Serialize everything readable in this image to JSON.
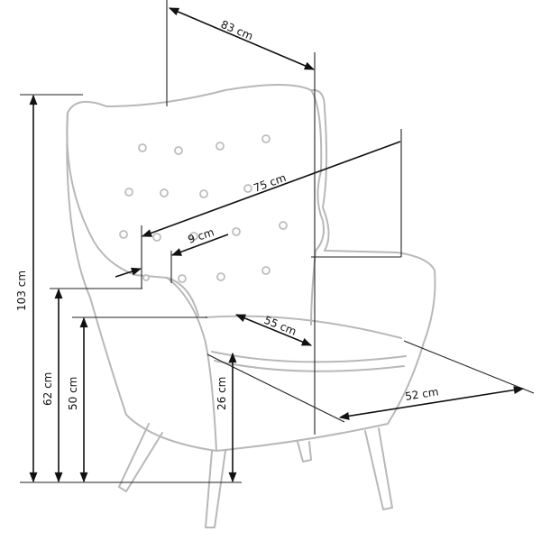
{
  "dimensions": {
    "width_top": "83 cm",
    "depth_diagonal": "75 cm",
    "armrest": "9 cm",
    "seat_depth": "55 cm",
    "seat_width": "52 cm",
    "total_height": "103 cm",
    "armrest_height": "62 cm",
    "seat_height": "50 cm",
    "leg_height": "26 cm"
  },
  "colors": {
    "outline": "#b8b8b8",
    "dimension_lines": "#111111"
  }
}
